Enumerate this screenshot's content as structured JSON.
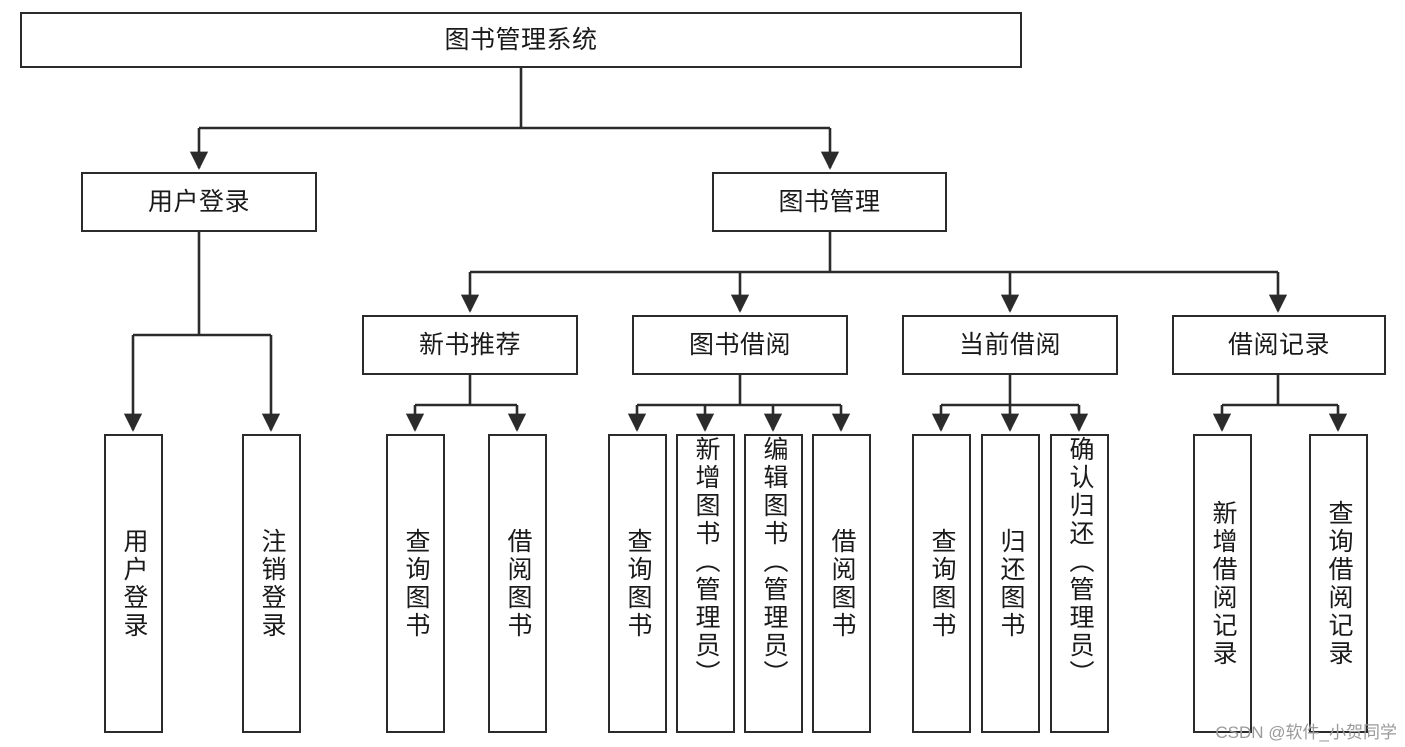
{
  "diagram": {
    "title": "图书管理系统",
    "type": "tree-hierarchy",
    "colors": {
      "box_border": "#2b2b2b",
      "box_fill": "#ffffff",
      "edge": "#2b2b2b",
      "text": "#1a1a1a",
      "watermark": "#9a9a9a",
      "background": "#ffffff"
    },
    "watermark": "CSDN @软件_小贺同学"
  },
  "nodes": {
    "root": {
      "label": "图书管理系统"
    },
    "level2": [
      {
        "label": "用户登录"
      },
      {
        "label": "图书管理"
      }
    ],
    "level3": [
      {
        "label": "新书推荐"
      },
      {
        "label": "图书借阅"
      },
      {
        "label": "当前借阅"
      },
      {
        "label": "借阅记录"
      }
    ],
    "leaves": {
      "user_login": [
        {
          "label": "用户登录"
        },
        {
          "label": "注销登录"
        }
      ],
      "new_book": [
        {
          "label": "查询图书"
        },
        {
          "label": "借阅图书"
        }
      ],
      "book_borrow": [
        {
          "label": "查询图书"
        },
        {
          "label": "新增图书（管理员）"
        },
        {
          "label": "编辑图书（管理员）"
        },
        {
          "label": "借阅图书"
        }
      ],
      "current_borrow": [
        {
          "label": "查询图书"
        },
        {
          "label": "归还图书"
        },
        {
          "label": "确认归还（管理员）"
        }
      ],
      "borrow_record": [
        {
          "label": "新增借阅记录"
        },
        {
          "label": "查询借阅记录"
        }
      ]
    }
  }
}
